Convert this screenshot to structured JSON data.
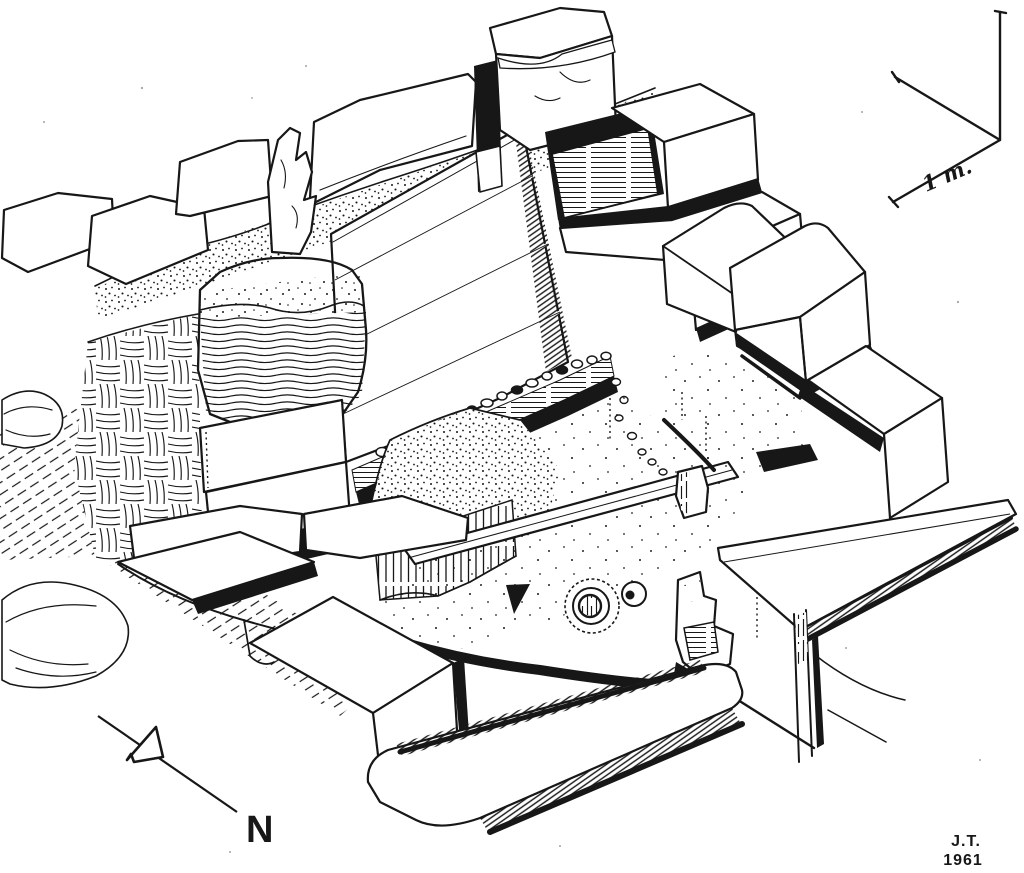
{
  "drawing": {
    "ink_color": "#171717",
    "paper_color": "#ffffff",
    "compass": {
      "label": "N"
    },
    "scale": {
      "label": "1 m."
    },
    "signature": {
      "initials": "J.T.",
      "year": "1961"
    }
  }
}
